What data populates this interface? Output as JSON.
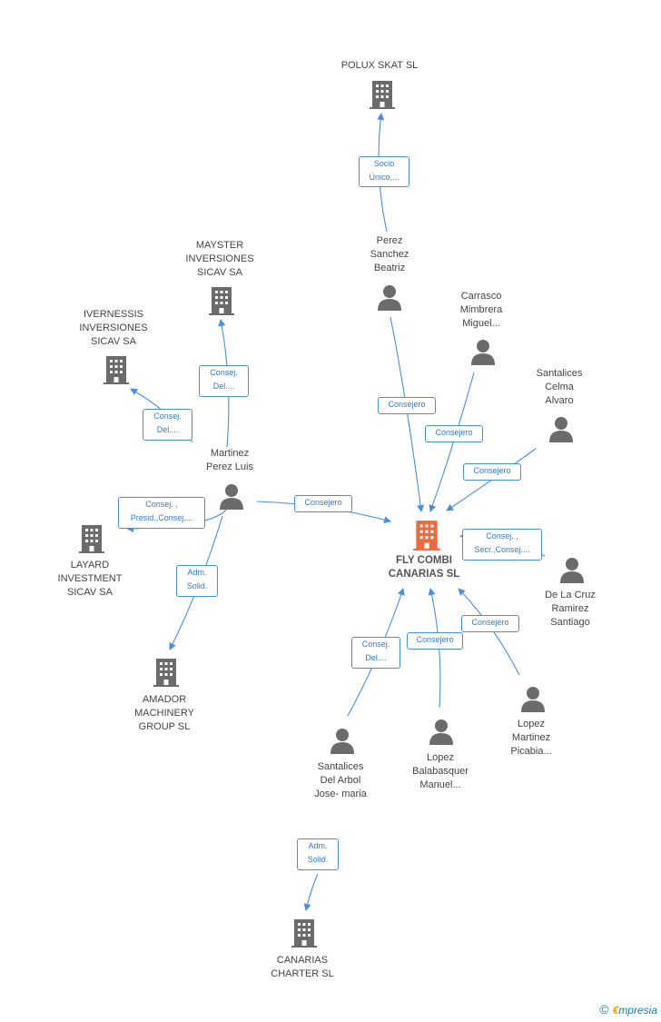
{
  "colors": {
    "edge": "#4a8ede",
    "icon": "#6b6b6b",
    "center_icon": "#ee6a3c"
  },
  "center": {
    "name": "FLY COMBI\nCANARIAS SL",
    "icon": "building-icon"
  },
  "companies": [
    {
      "id": "polux",
      "name": "POLUX SKAT  SL",
      "icon": "building-icon"
    },
    {
      "id": "mayster",
      "name": "MAYSTER\nINVERSIONES\nSICAV SA",
      "icon": "building-icon"
    },
    {
      "id": "ivernessis",
      "name": "IVERNESSIS\nINVERSIONES\nSICAV SA",
      "icon": "building-icon"
    },
    {
      "id": "layard",
      "name": "LAYARD\nINVESTMENT\nSICAV SA",
      "icon": "building-icon"
    },
    {
      "id": "amador",
      "name": "AMADOR\nMACHINERY\nGROUP  SL",
      "icon": "building-icon"
    },
    {
      "id": "canarias_charter",
      "name": "CANARIAS\nCHARTER SL",
      "icon": "building-icon"
    }
  ],
  "people": [
    {
      "id": "perez",
      "name": "Perez\nSanchez\nBeatriz",
      "icon": "person-icon"
    },
    {
      "id": "carrasco",
      "name": "Carrasco\nMimbrera\nMiguel...",
      "icon": "person-icon"
    },
    {
      "id": "santalices_celma",
      "name": "Santalices\nCelma\nAlvaro",
      "icon": "person-icon"
    },
    {
      "id": "martinez",
      "name": "Martinez\nPerez Luis",
      "icon": "person-icon"
    },
    {
      "id": "delacruz",
      "name": "De La Cruz\nRamirez\nSantiago",
      "icon": "person-icon"
    },
    {
      "id": "picabia",
      "name": "Lopez\nMartinez\nPicabia...",
      "icon": "person-icon"
    },
    {
      "id": "balabasquer",
      "name": "Lopez\nBalabasquer\nManuel...",
      "icon": "person-icon"
    },
    {
      "id": "santalices_arbol",
      "name": "Santalices\nDel Arbol\nJose- maria",
      "icon": "person-icon"
    }
  ],
  "edges": [
    {
      "id": "e1",
      "label": "Socio\nÚnico,..."
    },
    {
      "id": "e2",
      "label": "Consej.\nDel...."
    },
    {
      "id": "e3",
      "label": "Consej.\nDel...."
    },
    {
      "id": "e4",
      "label": "Consej. ,\nPresid.,Consej...."
    },
    {
      "id": "e5",
      "label": "Adm.\nSolid."
    },
    {
      "id": "e6",
      "label": "Consejero"
    },
    {
      "id": "e7",
      "label": "Consejero"
    },
    {
      "id": "e8",
      "label": "Consejero"
    },
    {
      "id": "e9",
      "label": "Consejero"
    },
    {
      "id": "e10",
      "label": "Consej. ,\nSecr.,Consej...."
    },
    {
      "id": "e11",
      "label": "Consejero"
    },
    {
      "id": "e12",
      "label": "Consejero"
    },
    {
      "id": "e13",
      "label": "Consej.\nDel...."
    },
    {
      "id": "e14",
      "label": "Adm.\nSolid."
    }
  ],
  "brand": {
    "symbol": "©",
    "first_letter": "€",
    "rest": "mpresia"
  }
}
